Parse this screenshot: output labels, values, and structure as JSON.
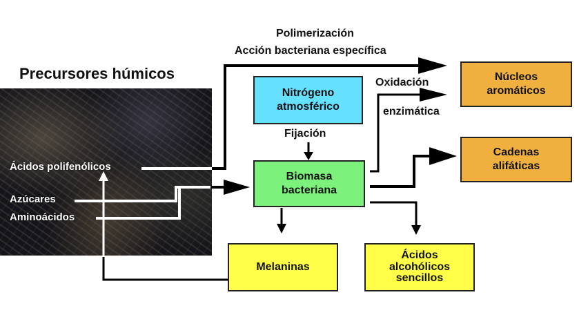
{
  "title": "Precursores húmicos",
  "precursors": {
    "polifenolicos": "Ácidos polifenólicos",
    "azucares": "Azúcares",
    "aminoacidos": "Aminoácidos"
  },
  "boxes": {
    "nitrogeno": [
      "Nitrógeno",
      "atmosférico"
    ],
    "biomasa": [
      "Biomasa",
      "bacteriana"
    ],
    "nucleos": [
      "Núcleos",
      "aromáticos"
    ],
    "cadenas": [
      "Cadenas",
      "alifáticas"
    ],
    "melaninas": [
      "Melaninas"
    ],
    "acidos": [
      "Ácidos",
      "alcohólicos",
      "sencillos"
    ]
  },
  "flow_labels": {
    "polimerizacion": "Polimerización",
    "accion": "Acción bacteriana específica",
    "oxidacion": "Oxidación",
    "enzimatica": "enzimática",
    "fijacion": "Fijación"
  },
  "colors": {
    "cyan": "#66e0ff",
    "green": "#7cf27c",
    "orange": "#f0b040",
    "yellow": "#ffff4a"
  }
}
